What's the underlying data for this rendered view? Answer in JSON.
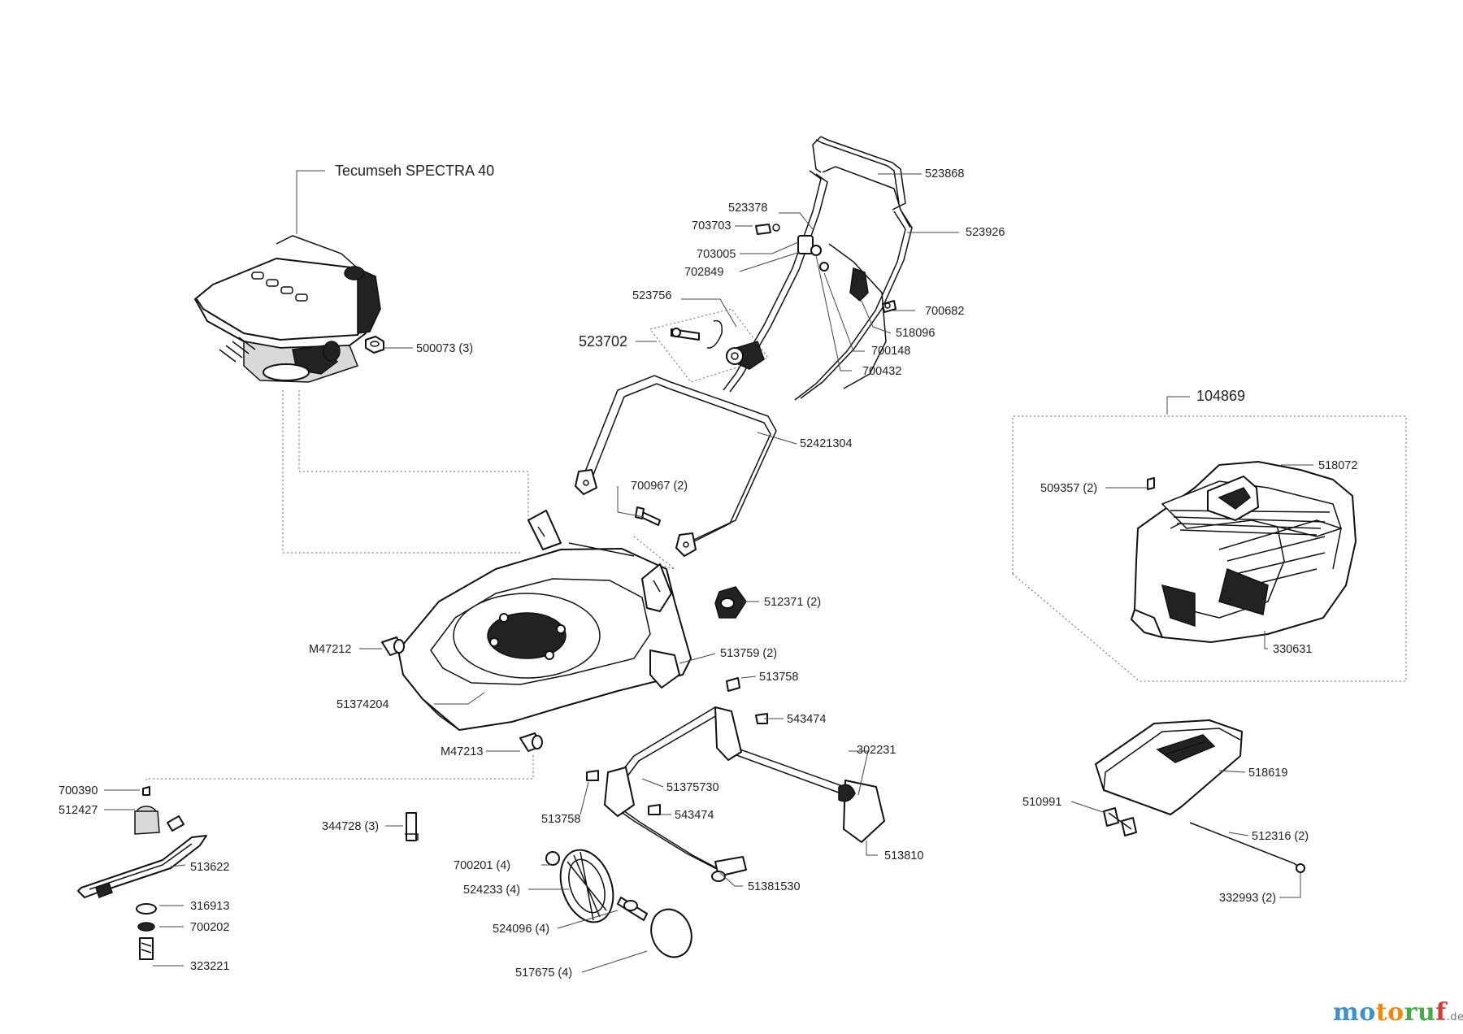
{
  "diagram": {
    "engine_label": "Tecumseh SPECTRA 40",
    "assembly_group": "104869",
    "handle_group": "523702",
    "parts": [
      {
        "id": "p523868",
        "label": "523868"
      },
      {
        "id": "p523378",
        "label": "523378"
      },
      {
        "id": "p703703",
        "label": "703703"
      },
      {
        "id": "p523926",
        "label": "523926"
      },
      {
        "id": "p703005",
        "label": "703005"
      },
      {
        "id": "p702849",
        "label": "702849"
      },
      {
        "id": "p523756",
        "label": "523756"
      },
      {
        "id": "p700682",
        "label": "700682"
      },
      {
        "id": "p518096",
        "label": "518096"
      },
      {
        "id": "p700148",
        "label": "700148"
      },
      {
        "id": "p700432",
        "label": "700432"
      },
      {
        "id": "p500073",
        "label": "500073 (3)"
      },
      {
        "id": "p52421304",
        "label": "52421304"
      },
      {
        "id": "p700967",
        "label": "700967 (2)"
      },
      {
        "id": "p512371",
        "label": "512371 (2)"
      },
      {
        "id": "pM47212",
        "label": "M47212"
      },
      {
        "id": "p513759",
        "label": "513759 (2)"
      },
      {
        "id": "p513758a",
        "label": "513758"
      },
      {
        "id": "p51374204",
        "label": "51374204"
      },
      {
        "id": "p543474a",
        "label": "543474"
      },
      {
        "id": "pM47213",
        "label": "M47213"
      },
      {
        "id": "p302231",
        "label": "302231"
      },
      {
        "id": "p51375730",
        "label": "51375730"
      },
      {
        "id": "p700390",
        "label": "700390"
      },
      {
        "id": "p512427",
        "label": "512427"
      },
      {
        "id": "p513758b",
        "label": "513758"
      },
      {
        "id": "p543474b",
        "label": "543474"
      },
      {
        "id": "p344728",
        "label": "344728 (3)"
      },
      {
        "id": "p513622",
        "label": "513622"
      },
      {
        "id": "p513810",
        "label": "513810"
      },
      {
        "id": "p700201",
        "label": "700201 (4)"
      },
      {
        "id": "p524233",
        "label": "524233 (4)"
      },
      {
        "id": "p51381530",
        "label": "51381530"
      },
      {
        "id": "p316913",
        "label": "316913"
      },
      {
        "id": "p700202",
        "label": "700202"
      },
      {
        "id": "p524096",
        "label": "524096 (4)"
      },
      {
        "id": "p323221",
        "label": "323221"
      },
      {
        "id": "p517675",
        "label": "517675  (4)"
      },
      {
        "id": "p518072",
        "label": "518072"
      },
      {
        "id": "p509357",
        "label": "509357 (2)"
      },
      {
        "id": "p330631",
        "label": "330631"
      },
      {
        "id": "p518619",
        "label": "518619"
      },
      {
        "id": "p510991",
        "label": "510991"
      },
      {
        "id": "p512316",
        "label": "512316 (2)"
      },
      {
        "id": "p332993",
        "label": "332993 (2)"
      }
    ]
  },
  "watermark": {
    "parts": [
      "mo",
      "to",
      "ru",
      "f"
    ],
    "suffix": ".de"
  }
}
